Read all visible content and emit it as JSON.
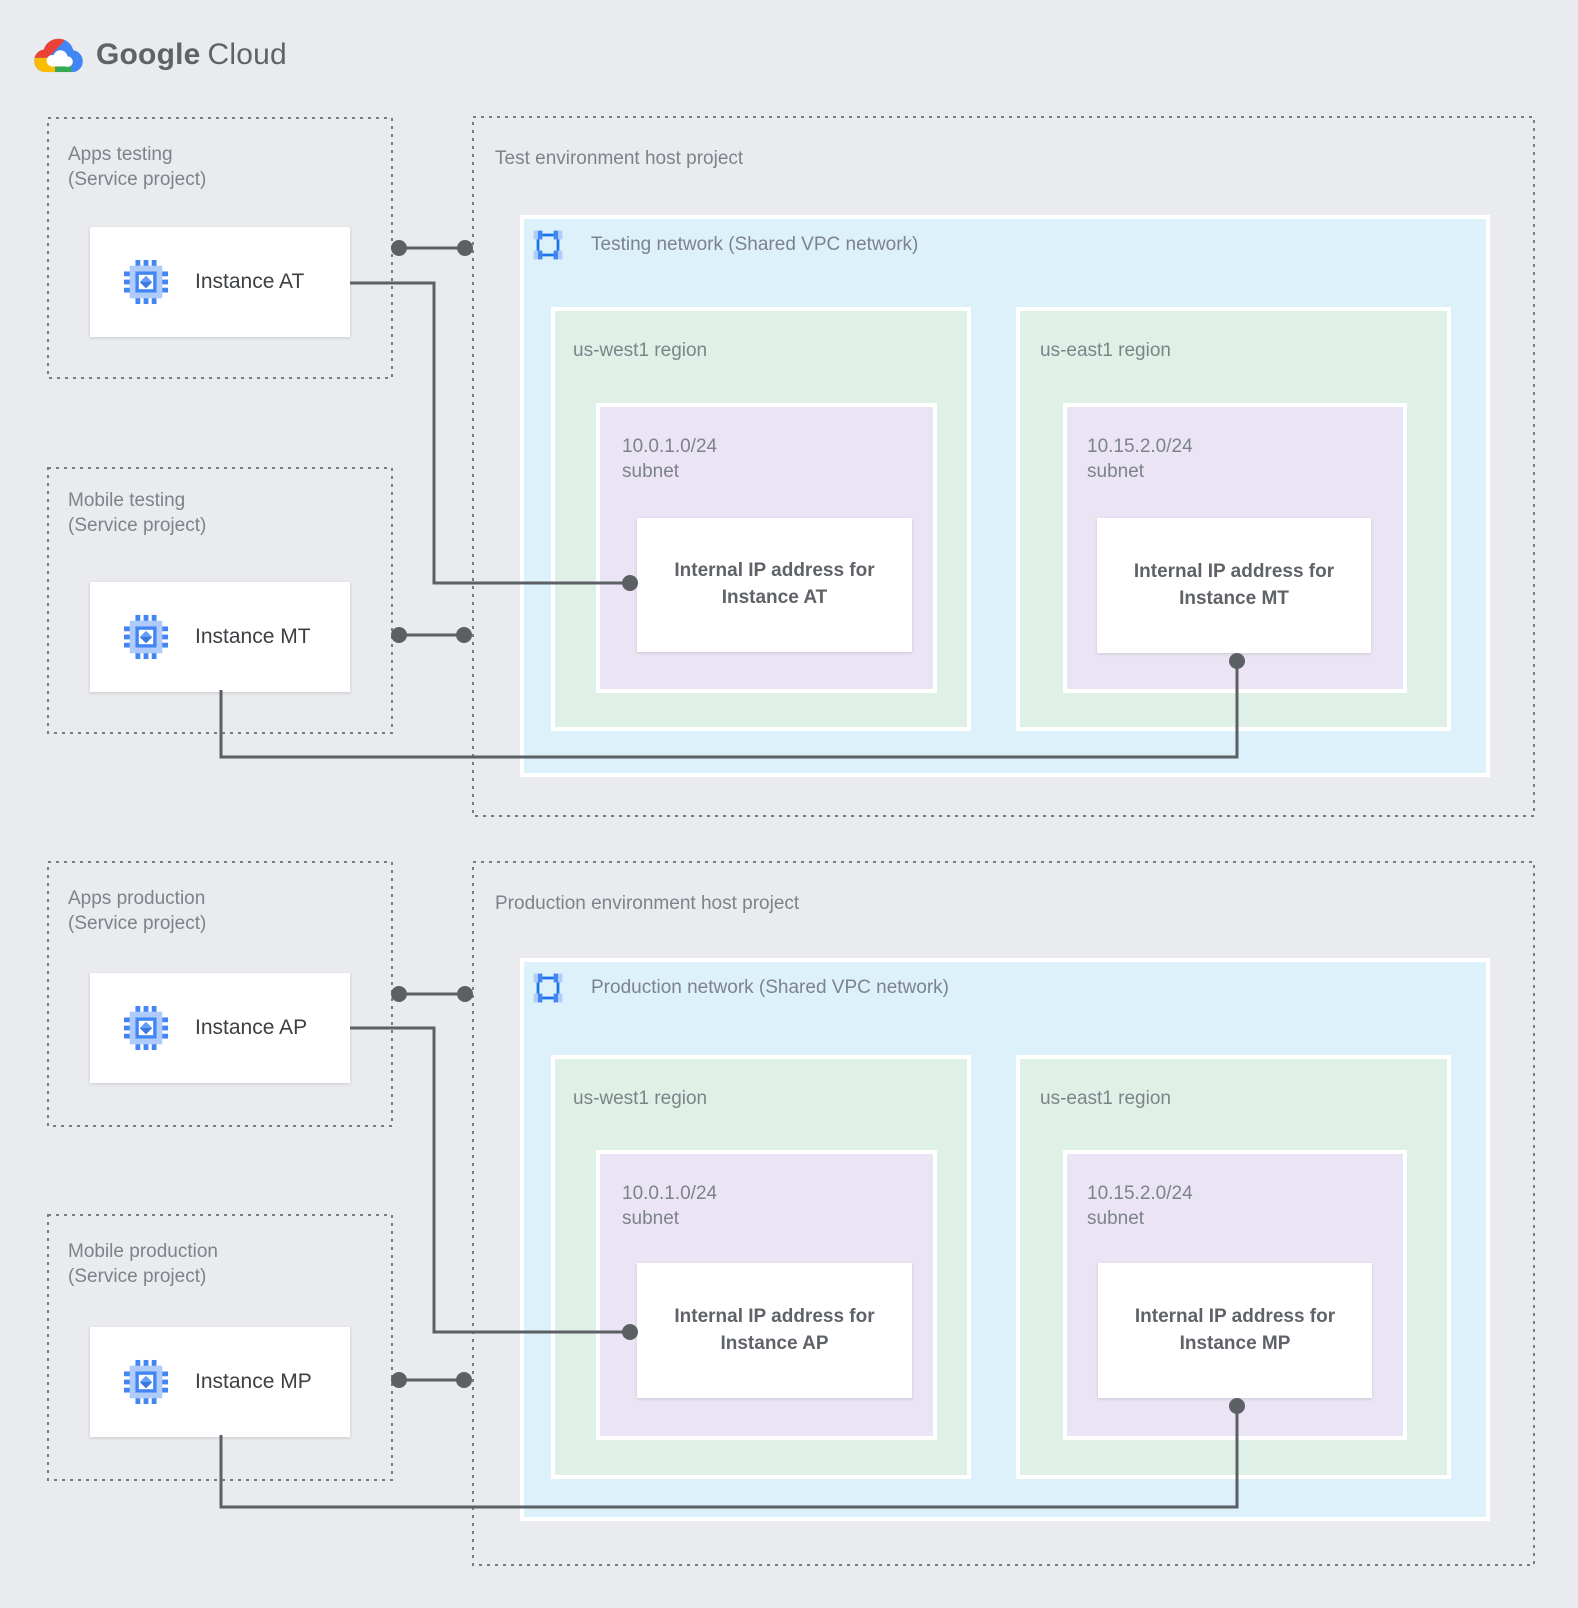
{
  "logo": {
    "part1": "Google",
    "part2": "Cloud"
  },
  "colors": {
    "background": "#e9ebee",
    "network_bg": "#ddf1fb",
    "region_bg": "#dff1e6",
    "subnet_bg": "#ebe4f4",
    "connector": "#5c6065",
    "label_gray": "#7d838a",
    "brand_blue": "#4285f4"
  },
  "icons": {
    "logo": "google-cloud-logo-icon",
    "instance": "compute-engine-chip-icon",
    "network": "vpc-network-icon"
  },
  "service_projects": [
    {
      "name": "Apps testing",
      "type": "(Service project)",
      "instance": "Instance AT"
    },
    {
      "name": "Mobile testing",
      "type": "(Service project)",
      "instance": "Instance MT"
    },
    {
      "name": "Apps production",
      "type": "(Service project)",
      "instance": "Instance AP"
    },
    {
      "name": "Mobile production",
      "type": "(Service project)",
      "instance": "Instance MP"
    }
  ],
  "host_projects": [
    {
      "title": "Test environment host project",
      "network": "Testing network (Shared VPC network)",
      "regions": [
        {
          "name": "us-west1 region",
          "subnet_cidr": "10.0.1.0/24",
          "subnet_label": "subnet",
          "ip_line1": "Internal IP address for",
          "ip_line2": "Instance AT"
        },
        {
          "name": "us-east1 region",
          "subnet_cidr": "10.15.2.0/24",
          "subnet_label": "subnet",
          "ip_line1": "Internal IP address for",
          "ip_line2": "Instance MT"
        }
      ]
    },
    {
      "title": "Production environment host project",
      "network": "Production network (Shared VPC network)",
      "regions": [
        {
          "name": "us-west1 region",
          "subnet_cidr": "10.0.1.0/24",
          "subnet_label": "subnet",
          "ip_line1": "Internal IP address for",
          "ip_line2": "Instance AP"
        },
        {
          "name": "us-east1 region",
          "subnet_cidr": "10.15.2.0/24",
          "subnet_label": "subnet",
          "ip_line1": "Internal IP address for",
          "ip_line2": "Instance MP"
        }
      ]
    }
  ]
}
